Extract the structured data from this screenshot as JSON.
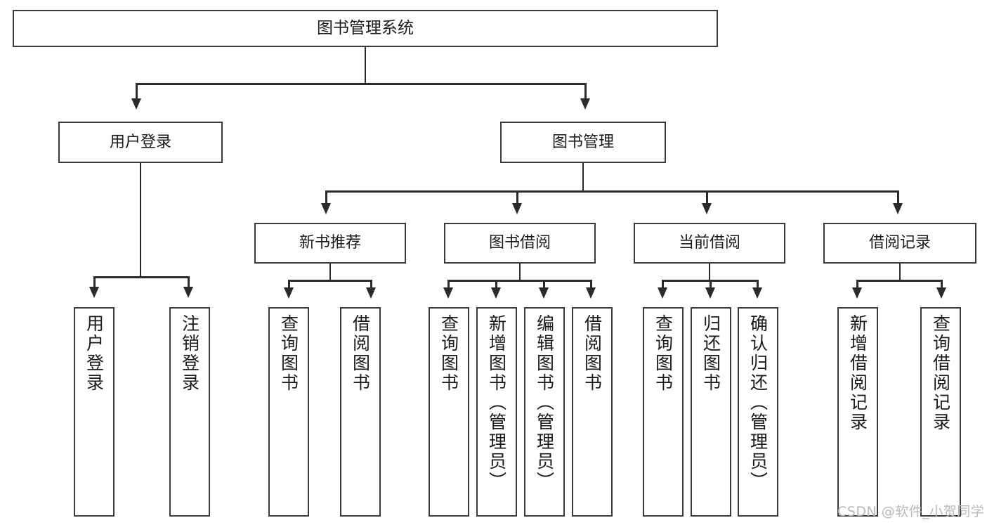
{
  "diagram": {
    "type": "tree",
    "title": "图书管理系统",
    "root": {
      "label": "图书管理系统"
    },
    "level1": [
      {
        "label": "用户登录"
      },
      {
        "label": "图书管理"
      }
    ],
    "level2": [
      {
        "label": "新书推荐"
      },
      {
        "label": "图书借阅"
      },
      {
        "label": "当前借阅"
      },
      {
        "label": "借阅记录"
      }
    ],
    "leaves": {
      "user_login": [
        {
          "label": "用户登录"
        },
        {
          "label": "注销登录"
        }
      ],
      "new_book_recommend": [
        {
          "label": "查询图书"
        },
        {
          "label": "借阅图书"
        }
      ],
      "book_borrow": [
        {
          "label": "查询图书"
        },
        {
          "label": "新增图书（管理员）"
        },
        {
          "label": "编辑图书（管理员）"
        },
        {
          "label": "借阅图书"
        }
      ],
      "current_borrow": [
        {
          "label": "查询图书"
        },
        {
          "label": "归还图书"
        },
        {
          "label": "确认归还（管理员）"
        }
      ],
      "borrow_record": [
        {
          "label": "新增借阅记录"
        },
        {
          "label": "查询借阅记录"
        }
      ]
    }
  },
  "watermark": {
    "text": "CSDN @软件_小贺同学"
  },
  "colors": {
    "border": "#3a3a3a",
    "connector": "#2b2b2b",
    "background": "#ffffff",
    "text": "#1a1a1a",
    "watermark": "#b9b9b9"
  }
}
